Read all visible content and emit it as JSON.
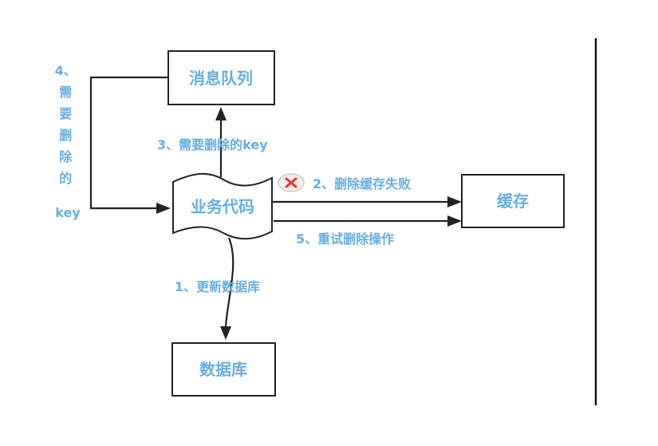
{
  "nodes": {
    "message_queue": "消息队列",
    "business_code": "业务代码",
    "cache": "缓存",
    "database": "数据库"
  },
  "edges": {
    "step1": "1、更新数据库",
    "step2": "2、删除缓存失败",
    "step3": "3、需要删除的key",
    "step4_lines": [
      "4、",
      "需",
      "要",
      "删",
      "除",
      "的",
      "key"
    ],
    "step5": "5、重试删除操作"
  },
  "icons": {
    "failure": "x-in-circle-icon"
  },
  "colors": {
    "label": "#6aaede",
    "stroke": "#222222",
    "failure_mark": "#e0393e"
  }
}
